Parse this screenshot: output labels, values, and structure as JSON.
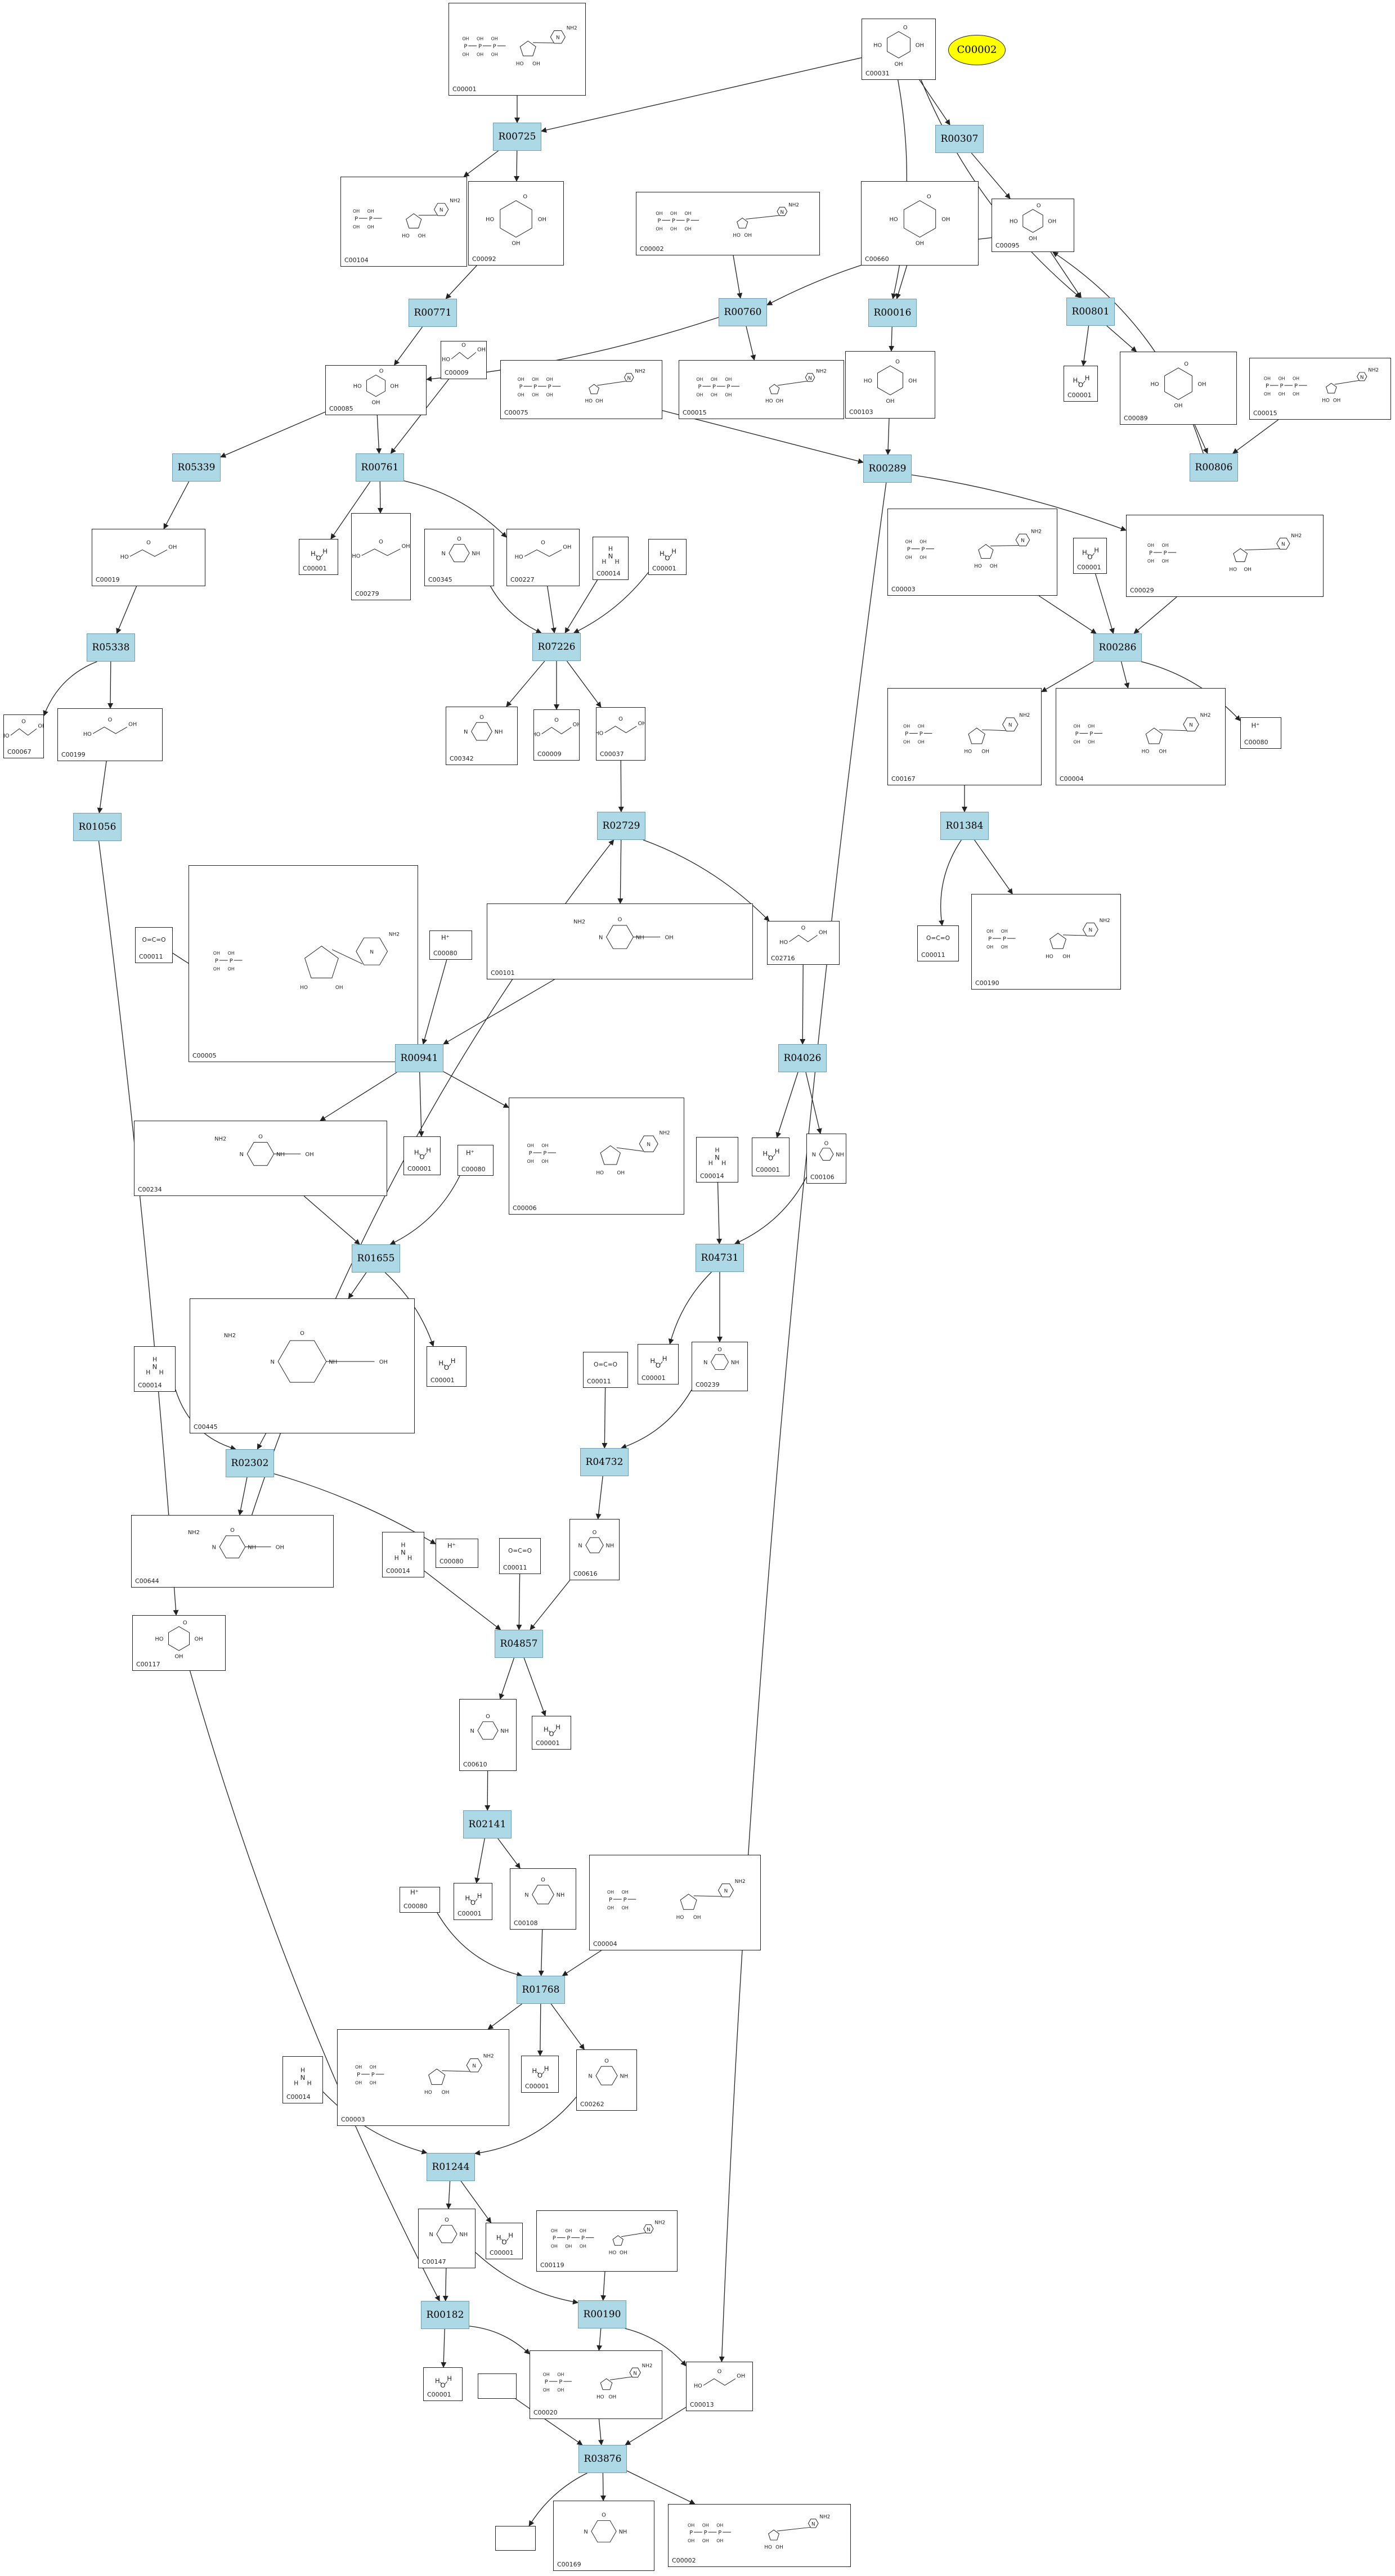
{
  "target": {
    "label": "C00002"
  },
  "compounds": {
    "n_c00001_a": "C00001",
    "n_c00031": "C00031",
    "n_c00104": "C00104",
    "n_c00092": "C00092",
    "n_c00002_a": "C00002",
    "n_c00660": "C00660",
    "n_c00095": "C00095",
    "n_c00085": "C00085",
    "n_c00009_a": "C00009",
    "n_c00075": "C00075",
    "n_c00015": "C00015",
    "n_c00103": "C00103",
    "n_c00001_b": "C00001",
    "n_c00089": "C00089",
    "n_c00015_b": "C00015",
    "n_c00019": "C00019",
    "n_c00001_c": "C00001",
    "n_c00279": "C00279",
    "n_c00345": "C00345",
    "n_c00227": "C00227",
    "n_c00014_a": "C00014",
    "n_c00001_d": "C00001",
    "n_c00003_a": "C00003",
    "n_c00001_e": "C00001",
    "n_c00029": "C00029",
    "n_c00067": "C00067",
    "n_c00199": "C00199",
    "n_c00342": "C00342",
    "n_c00009_b": "C00009",
    "n_c00037": "C00037",
    "n_c00167": "C00167",
    "n_c00004_a": "C00004",
    "n_c00080_a": "C00080",
    "n_c00011_a": "C00011",
    "n_c00005": "C00005",
    "n_c00080_b": "C00080",
    "n_c00101": "C00101",
    "n_c02716": "C02716",
    "n_c00011_b": "C00011",
    "n_c00190": "C00190",
    "n_c00234": "C00234",
    "n_c00001_f": "C00001",
    "n_c00080_c": "C00080",
    "n_c00006": "C00006",
    "n_c00014_b": "C00014",
    "n_c00001_g": "C00001",
    "n_c00106": "C00106",
    "n_c00445": "C00445",
    "n_c00014_c": "C00014",
    "n_c00001_h": "C00001",
    "n_c00011_c": "C00011",
    "n_c00001_i": "C00001",
    "n_c00239": "C00239",
    "n_c00080_d": "C00080",
    "n_c00644": "C00644",
    "n_c00014_d": "C00014",
    "n_c00011_d": "C00011",
    "n_c00616": "C00616",
    "n_c00117": "C00117",
    "n_c00610": "C00610",
    "n_c00001_j": "C00001",
    "n_c00080_e": "C00080",
    "n_c00001_k": "C00001",
    "n_c00108": "C00108",
    "n_c00004_b": "C00004",
    "n_c00003_b": "C00003",
    "n_c00001_l": "C00001",
    "n_c00262": "C00262",
    "n_c00014_e": "C00014",
    "n_c00147": "C00147",
    "n_c00001_m": "C00001",
    "n_c00119": "C00119",
    "n_c00001_n": "C00001",
    "n_c00020": "C00020",
    "n_c00013": "C00013",
    "n_empty_a": "",
    "n_empty_b": "",
    "n_c00169": "C00169",
    "n_c00002_b": "C00002"
  },
  "reactions": {
    "r_R00725": "R00725",
    "r_R00307": "R00307",
    "r_R00771": "R00771",
    "r_R00760": "R00760",
    "r_R00016": "R00016",
    "r_R00801": "R00801",
    "r_R05339": "R05339",
    "r_R00761": "R00761",
    "r_R00289": "R00289",
    "r_R00806": "R00806",
    "r_R05338": "R05338",
    "r_R07226": "R07226",
    "r_R00286": "R00286",
    "r_R01056": "R01056",
    "r_R02729": "R02729",
    "r_R01384": "R01384",
    "r_R00941": "R00941",
    "r_R04026": "R04026",
    "r_R01655": "R01655",
    "r_R04731": "R04731",
    "r_R02302": "R02302",
    "r_R04732": "R04732",
    "r_R04857": "R04857",
    "r_R02141": "R02141",
    "r_R01768": "R01768",
    "r_R01244": "R01244",
    "r_R00182": "R00182",
    "r_R00190": "R00190",
    "r_R03876": "R03876"
  },
  "molecule_text": {
    "water_o": "O",
    "water_h": "H",
    "nh3_n": "N",
    "nh3_h": "H",
    "hplus": "H⁺",
    "co2": "O=C=O",
    "oh": "OH",
    "ho": "HO",
    "p": "P",
    "nh2": "NH2",
    "n": "N",
    "o": "O",
    "nh": "NH",
    "hn": "HN",
    "r": "R"
  }
}
